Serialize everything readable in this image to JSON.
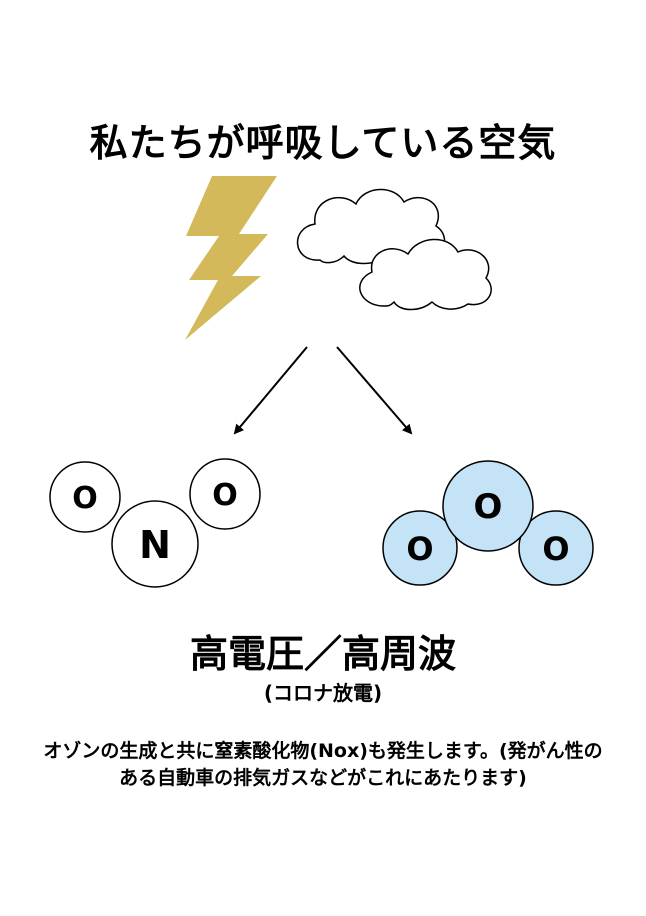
{
  "title": "私たちが呼吸している空気",
  "molecules": {
    "nox": {
      "atoms": [
        "O",
        "N",
        "O"
      ]
    },
    "ozone": {
      "atoms": [
        "O",
        "O",
        "O"
      ]
    }
  },
  "condition": {
    "main": "高電圧／高周波",
    "sub": "(コロナ放電)"
  },
  "description": "オゾンの生成と共に窒素酸化物(Nox)も発生します。(発がん性のある自動車の排気ガスなどがこれにあたります)",
  "colors": {
    "lightning": "#d4b95a",
    "ozone_fill": "#c5e3f6",
    "nox_fill": "#ffffff",
    "stroke": "#000000"
  },
  "icons": [
    "lightning-icon",
    "cloud-icon",
    "arrow-icon"
  ]
}
